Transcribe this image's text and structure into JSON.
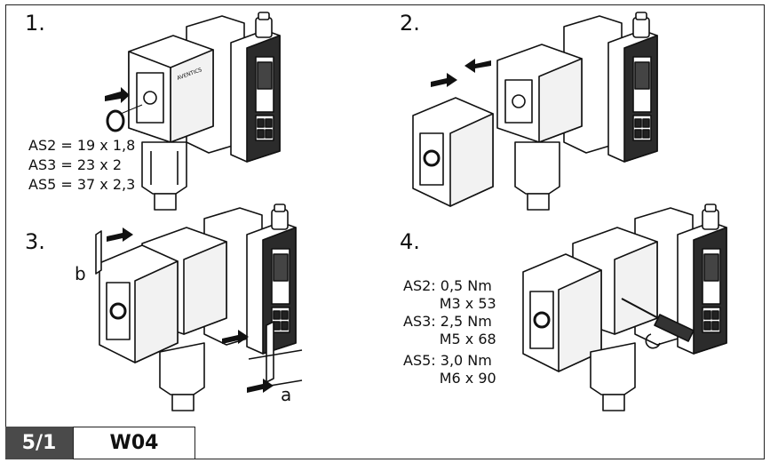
{
  "steps": [
    {
      "number": "1.",
      "specs": [
        "AS2 = 19 x 1,8",
        "AS3 = 23 x 2",
        "AS5 = 37 x 2,3"
      ]
    },
    {
      "number": "2."
    },
    {
      "number": "3.",
      "callouts": [
        "b",
        "a"
      ]
    },
    {
      "number": "4.",
      "specs": [
        "AS2: 0,5 Nm",
        "        M3 x 53",
        "AS3: 2,5 Nm",
        "        M5 x 68",
        "AS5: 3,0 Nm",
        "        M6 x 90"
      ]
    }
  ],
  "footer": {
    "page_number": "5/1",
    "code": "W04"
  }
}
